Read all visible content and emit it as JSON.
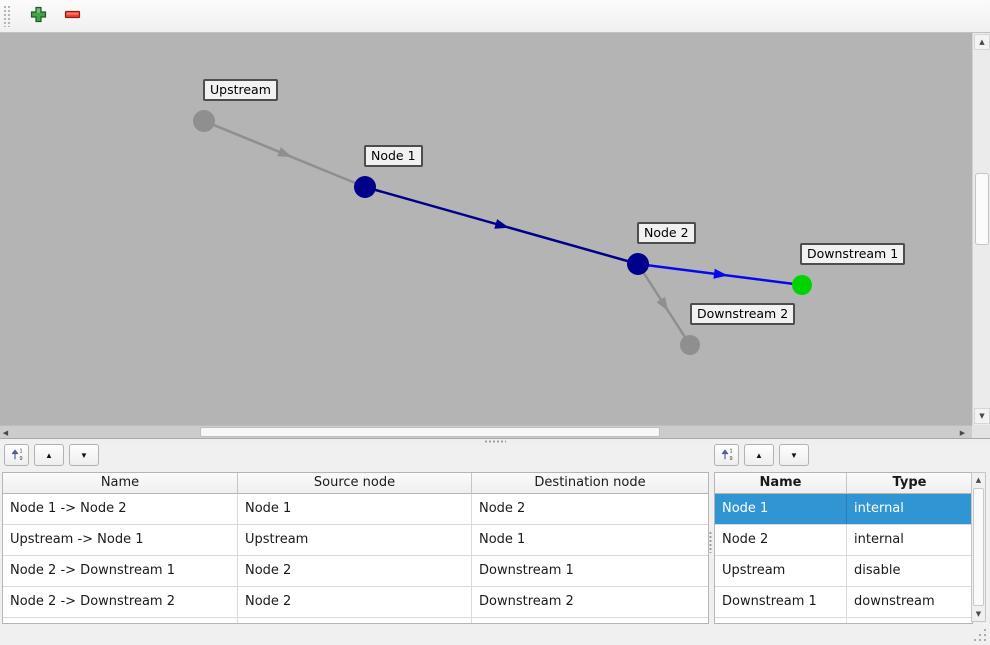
{
  "toolbar": {
    "add_icon": "plus-icon",
    "remove_icon": "minus-icon"
  },
  "icons": {
    "sort_top_digit": "1",
    "sort_bottom_digit": "9",
    "move_up_glyph": "▲",
    "move_down_glyph": "▼",
    "scroll_up_glyph": "▲",
    "scroll_down_glyph": "▼",
    "scroll_left_glyph": "◀",
    "scroll_right_glyph": "▶"
  },
  "canvas": {
    "background_color": "#b4b4b4",
    "nodes": [
      {
        "label": "Upstream",
        "color": "#8f8f8f"
      },
      {
        "label": "Node 1",
        "color": "#00008b"
      },
      {
        "label": "Node 2",
        "color": "#00008b"
      },
      {
        "label": "Downstream 1",
        "color": "#00d400"
      },
      {
        "label": "Downstream 2",
        "color": "#8f8f8f"
      }
    ],
    "edges": [
      {
        "name": "Upstream -> Node 1",
        "color": "#8f8f8f"
      },
      {
        "name": "Node 1 -> Node 2",
        "color": "#00008b"
      },
      {
        "name": "Node 2 -> Downstream 1",
        "color": "#0808ee"
      },
      {
        "name": "Node 2 -> Downstream 2",
        "color": "#8f8f8f"
      }
    ]
  },
  "edges_table": {
    "columns": [
      "Name",
      "Source node",
      "Destination node"
    ],
    "rows": [
      [
        "Node 1 -> Node 2",
        "Node 1",
        "Node 2"
      ],
      [
        "Upstream -> Node 1",
        "Upstream",
        "Node 1"
      ],
      [
        "Node 2 -> Downstream 1",
        "Node 2",
        "Downstream 1"
      ],
      [
        "Node 2 -> Downstream 2",
        "Node 2",
        "Downstream 2"
      ]
    ]
  },
  "nodes_table": {
    "columns": [
      "Name",
      "Type"
    ],
    "rows": [
      [
        "Node 1",
        "internal"
      ],
      [
        "Node 2",
        "internal"
      ],
      [
        "Upstream",
        "disable"
      ],
      [
        "Downstream 1",
        "downstream"
      ]
    ],
    "selected_row_index": 0,
    "selection_color": "#3095d2"
  }
}
